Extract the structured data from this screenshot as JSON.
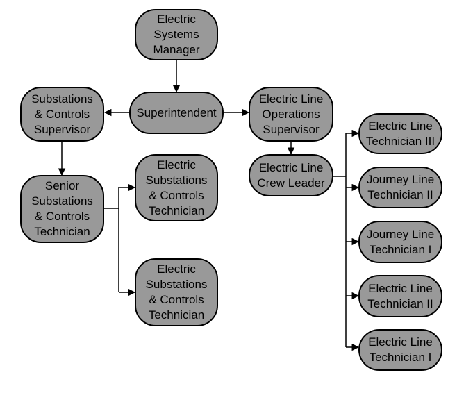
{
  "colors": {
    "node_fill": "#999999",
    "stroke": "#000000",
    "background": "#ffffff"
  },
  "nodes": {
    "manager": "Electric\nSystems\nManager",
    "superintendent": "Superintendent",
    "substations_supervisor": "Substations\n& Controls\nSupervisor",
    "line_ops_supervisor": "Electric Line\nOperations\nSupervisor",
    "senior_technician": "Senior\nSubstations\n& Controls\nTechnician",
    "substations_technician_1": "Electric\nSubstations\n& Controls\nTechnician",
    "substations_technician_2": "Electric\nSubstations\n& Controls\nTechnician",
    "crew_leader": "Electric Line\nCrew Leader",
    "line_technician_3": "Electric Line\nTechnician III",
    "journey_technician_2": "Journey Line\nTechnician II",
    "journey_technician_1": "Journey Line\nTechnician I",
    "line_technician_2": "Electric Line\nTechnician II",
    "line_technician_1": "Electric Line\nTechnician I"
  }
}
